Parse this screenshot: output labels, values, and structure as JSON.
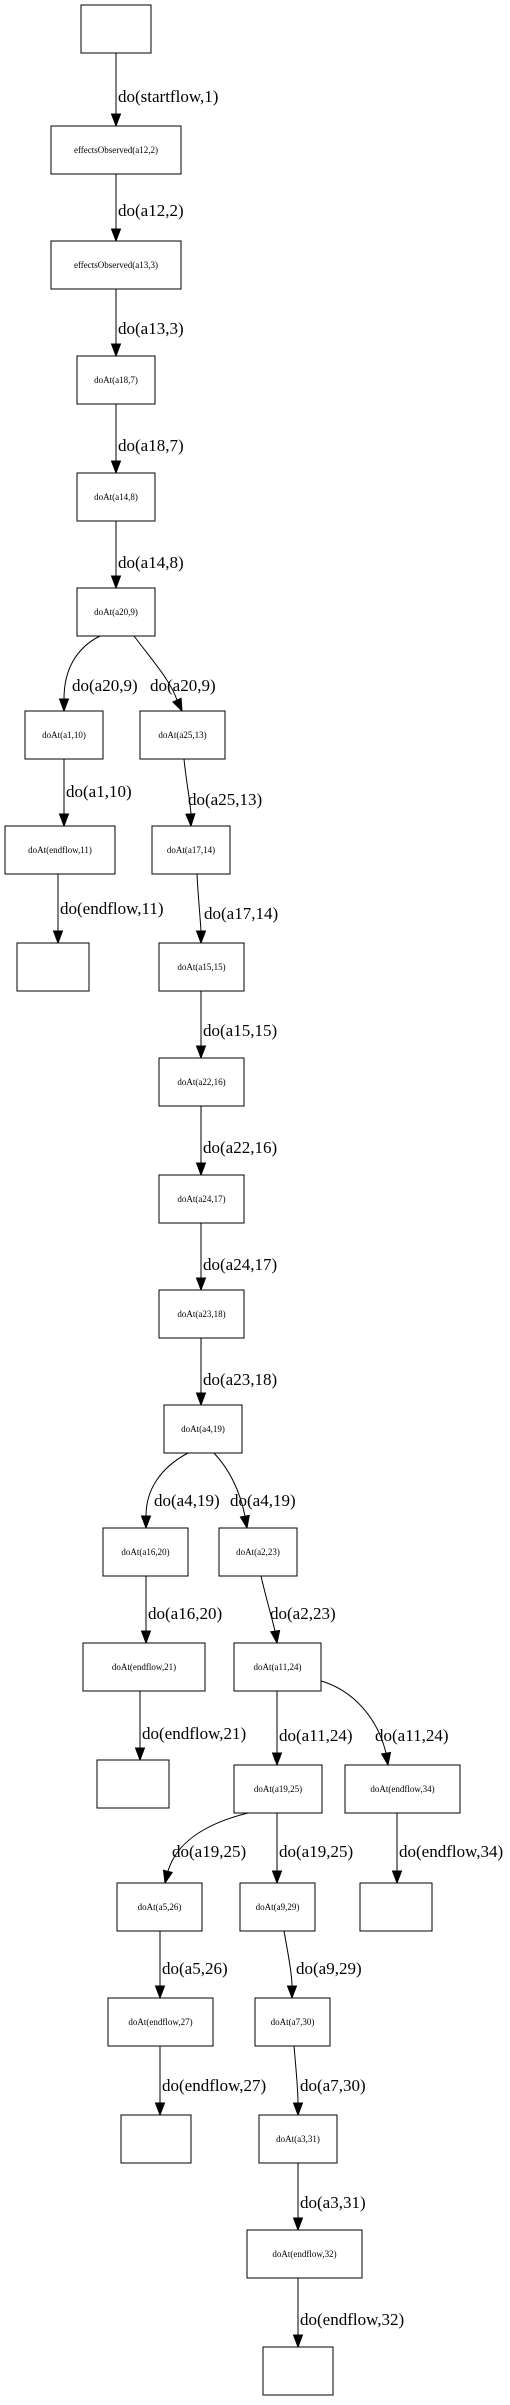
{
  "diagram": {
    "type": "flow-graph",
    "nodes": [
      {
        "id": "n0",
        "label": ""
      },
      {
        "id": "n1",
        "label": "effectsObserved(a12,2)"
      },
      {
        "id": "n2",
        "label": "effectsObserved(a13,3)"
      },
      {
        "id": "n3",
        "label": "doAt(a18,7)"
      },
      {
        "id": "n4",
        "label": "doAt(a14,8)"
      },
      {
        "id": "n5",
        "label": "doAt(a20,9)"
      },
      {
        "id": "n6",
        "label": "doAt(a1,10)"
      },
      {
        "id": "n7",
        "label": "doAt(a25,13)"
      },
      {
        "id": "n8",
        "label": "doAt(endflow,11)"
      },
      {
        "id": "n9",
        "label": ""
      },
      {
        "id": "n10",
        "label": "doAt(a17,14)"
      },
      {
        "id": "n11",
        "label": "doAt(a15,15)"
      },
      {
        "id": "n12",
        "label": "doAt(a22,16)"
      },
      {
        "id": "n13",
        "label": "doAt(a24,17)"
      },
      {
        "id": "n14",
        "label": "doAt(a23,18)"
      },
      {
        "id": "n15",
        "label": "doAt(a4,19)"
      },
      {
        "id": "n16",
        "label": "doAt(a16,20)"
      },
      {
        "id": "n17",
        "label": "doAt(a2,23)"
      },
      {
        "id": "n18",
        "label": "doAt(endflow,21)"
      },
      {
        "id": "n19",
        "label": "doAt(a11,24)"
      },
      {
        "id": "n20",
        "label": ""
      },
      {
        "id": "n21",
        "label": "doAt(a19,25)"
      },
      {
        "id": "n22",
        "label": "doAt(endflow,34)"
      },
      {
        "id": "n23",
        "label": "doAt(a5,26)"
      },
      {
        "id": "n24",
        "label": "doAt(a9,29)"
      },
      {
        "id": "n25",
        "label": ""
      },
      {
        "id": "n26",
        "label": "doAt(endflow,27)"
      },
      {
        "id": "n27",
        "label": "doAt(a7,30)"
      },
      {
        "id": "n28",
        "label": ""
      },
      {
        "id": "n29",
        "label": "doAt(a3,31)"
      },
      {
        "id": "n30",
        "label": "doAt(endflow,32)"
      },
      {
        "id": "n31",
        "label": ""
      }
    ],
    "edges": [
      {
        "from": "n0",
        "to": "n1",
        "label": "do(startflow,1)"
      },
      {
        "from": "n1",
        "to": "n2",
        "label": "do(a12,2)"
      },
      {
        "from": "n2",
        "to": "n3",
        "label": "do(a13,3)"
      },
      {
        "from": "n3",
        "to": "n4",
        "label": "do(a18,7)"
      },
      {
        "from": "n4",
        "to": "n5",
        "label": "do(a14,8)"
      },
      {
        "from": "n5",
        "to": "n6",
        "label": "do(a20,9)"
      },
      {
        "from": "n5",
        "to": "n7",
        "label": "do(a20,9)"
      },
      {
        "from": "n6",
        "to": "n8",
        "label": "do(a1,10)"
      },
      {
        "from": "n8",
        "to": "n9",
        "label": "do(endflow,11)"
      },
      {
        "from": "n7",
        "to": "n10",
        "label": "do(a25,13)"
      },
      {
        "from": "n10",
        "to": "n11",
        "label": "do(a17,14)"
      },
      {
        "from": "n11",
        "to": "n12",
        "label": "do(a15,15)"
      },
      {
        "from": "n12",
        "to": "n13",
        "label": "do(a22,16)"
      },
      {
        "from": "n13",
        "to": "n14",
        "label": "do(a24,17)"
      },
      {
        "from": "n14",
        "to": "n15",
        "label": "do(a23,18)"
      },
      {
        "from": "n15",
        "to": "n16",
        "label": "do(a4,19)"
      },
      {
        "from": "n15",
        "to": "n17",
        "label": "do(a4,19)"
      },
      {
        "from": "n16",
        "to": "n18",
        "label": "do(a16,20)"
      },
      {
        "from": "n18",
        "to": "n20",
        "label": "do(endflow,21)"
      },
      {
        "from": "n17",
        "to": "n19",
        "label": "do(a2,23)"
      },
      {
        "from": "n19",
        "to": "n21",
        "label": "do(a11,24)"
      },
      {
        "from": "n19",
        "to": "n22",
        "label": "do(a11,24)"
      },
      {
        "from": "n22",
        "to": "n25",
        "label": "do(endflow,34)"
      },
      {
        "from": "n21",
        "to": "n23",
        "label": "do(a19,25)"
      },
      {
        "from": "n21",
        "to": "n24",
        "label": "do(a19,25)"
      },
      {
        "from": "n23",
        "to": "n26",
        "label": "do(a5,26)"
      },
      {
        "from": "n26",
        "to": "n28",
        "label": "do(endflow,27)"
      },
      {
        "from": "n24",
        "to": "n27",
        "label": "do(a9,29)"
      },
      {
        "from": "n27",
        "to": "n29",
        "label": "do(a7,30)"
      },
      {
        "from": "n29",
        "to": "n30",
        "label": "do(a3,31)"
      },
      {
        "from": "n30",
        "to": "n31",
        "label": "do(endflow,32)"
      }
    ]
  }
}
